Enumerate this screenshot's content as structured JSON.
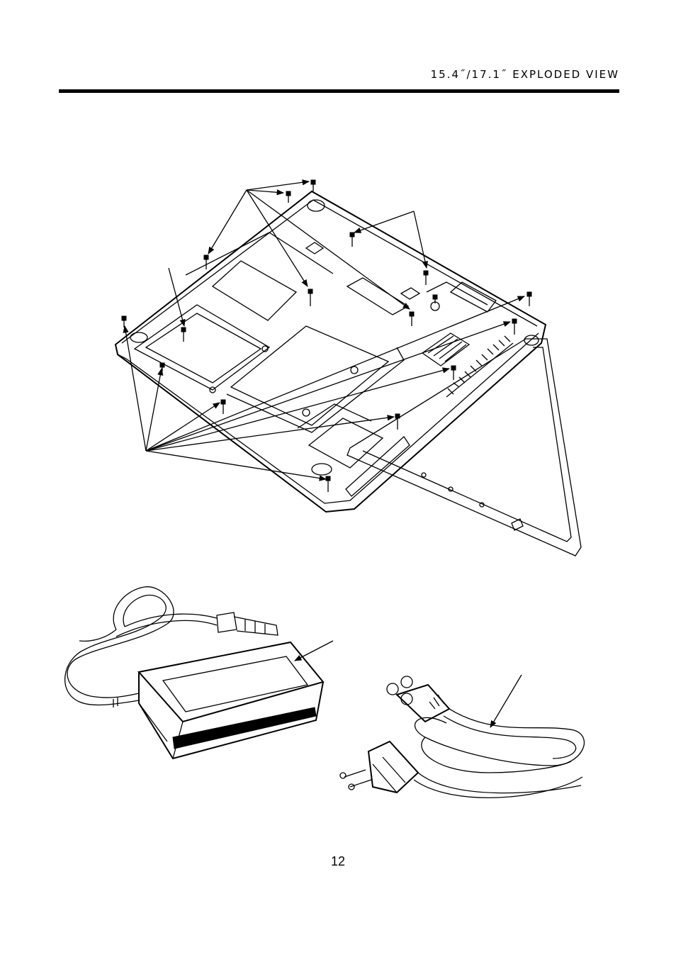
{
  "header": {
    "title": "15.4˝/17.1˝ EXPLODED VIEW"
  },
  "figure": {
    "items": [
      "laptop-bottom-assembly",
      "ac-adapter",
      "power-cord"
    ]
  },
  "footer": {
    "page_number": "12"
  }
}
